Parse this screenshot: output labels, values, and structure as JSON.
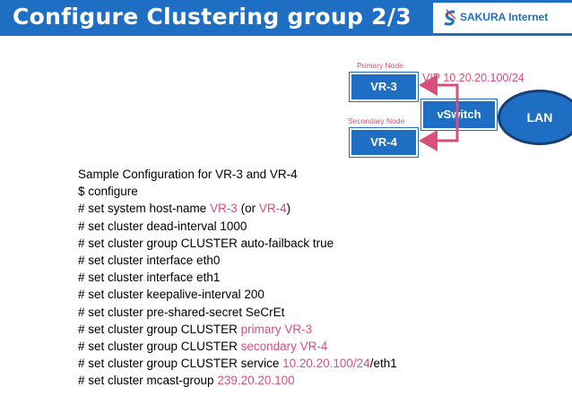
{
  "header": {
    "title": "Configure Clustering group 2/3",
    "logo_text": "SAKURA Internet"
  },
  "diagram": {
    "primary_label": "Primary Node",
    "secondary_label": "Secondary Node",
    "vr3": "VR-3",
    "vr4": "VR-4",
    "vswitch": "vSwitch",
    "lan": "LAN",
    "vip": "VIP 10.20.20.100/24"
  },
  "config": {
    "heading": "Sample Configuration for VR-3 and VR-4",
    "l1": "$ configure",
    "l2a": "# set system host-name ",
    "l2b": "VR-3",
    "l2c": " (or ",
    "l2d": "VR-4",
    "l2e": ")",
    "l3": "# set cluster dead-interval 1000",
    "l4": "# set cluster group CLUSTER auto-failback true",
    "l5": "# set cluster interface eth0",
    "l6": "# set cluster interface eth1",
    "l7": "# set cluster keepalive-interval 200",
    "l8": "# set cluster pre-shared-secret SeCrEt",
    "l9a": "# set cluster group CLUSTER ",
    "l9b": "primary VR-3",
    "l10a": "# set cluster group CLUSTER ",
    "l10b": "secondary VR-4",
    "l11a": "# set cluster group CLUSTER service ",
    "l11b": "10.20.20.100/24",
    "l11c": "/eth1",
    "l12a": "# set cluster mcast-group ",
    "l12b": "239.20.20.100"
  },
  "colors": {
    "header_blue": "#1e6fc4",
    "accent_pink": "#d8507a",
    "lan_border": "#173f76"
  }
}
